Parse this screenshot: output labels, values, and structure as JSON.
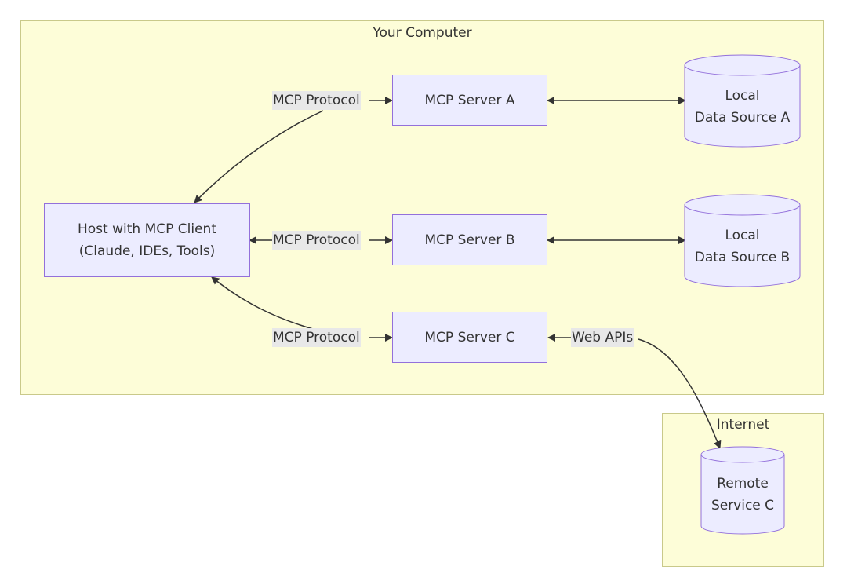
{
  "groups": {
    "your_computer": "Your Computer",
    "internet": "Internet"
  },
  "nodes": {
    "host": "Host with MCP Client\n(Claude, IDEs, Tools)",
    "server_a": "MCP Server A",
    "server_b": "MCP Server B",
    "server_c": "MCP Server C",
    "data_a": "Local\nData Source A",
    "data_b": "Local\nData Source B",
    "remote_c": "Remote\nService C"
  },
  "edges": {
    "protocol_a": "MCP Protocol",
    "protocol_b": "MCP Protocol",
    "protocol_c": "MCP Protocol",
    "web_apis": "Web APIs"
  },
  "colors": {
    "group_fill": "#fdfdd8",
    "group_border": "#c9c98a",
    "node_fill": "#ececff",
    "node_border": "#9370db",
    "edge_line": "#333333",
    "edge_label_bg": "#e8e8e8"
  }
}
